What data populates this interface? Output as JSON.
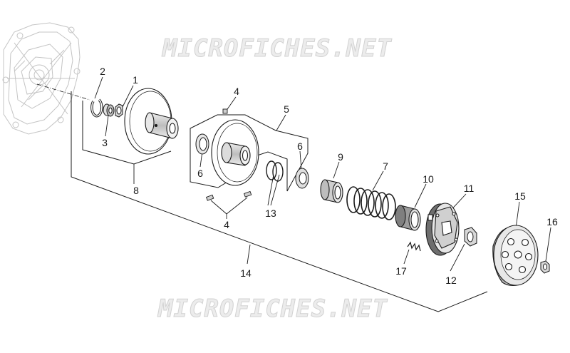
{
  "watermark": {
    "text": "MICROFICHES.NET"
  },
  "callouts": [
    "1",
    "2",
    "3",
    "4",
    "4",
    "5",
    "6",
    "6",
    "7",
    "8",
    "9",
    "10",
    "11",
    "12",
    "13",
    "14",
    "15",
    "16",
    "17"
  ],
  "colors": {
    "line": "#1a1a1a",
    "part_fill": "#ffffff",
    "part_shade": "#c8c8c8",
    "dark": "#555555",
    "ghost": "#c4c4c4",
    "watermark_fill": "#ececec",
    "watermark_stroke": "#d2d2d2"
  }
}
